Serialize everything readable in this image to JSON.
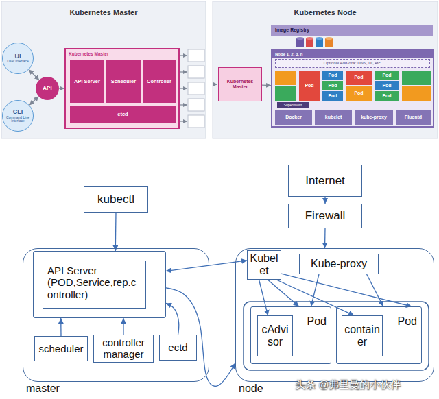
{
  "diagram": {
    "nodes": [
      {
        "text": [
          "Kubernetes Master"
        ]
      },
      {
        "text": [
          "UI",
          "User Interface"
        ],
        "in": 0
      },
      {
        "text": [
          "CLI",
          "Command Line Interface"
        ],
        "in": 0
      },
      {
        "text": [
          "API"
        ],
        "in": 0
      },
      {
        "text": [
          "Kubernetes Master"
        ],
        "in": 0
      },
      {
        "text": [
          "API Server"
        ],
        "in": 4
      },
      {
        "text": [
          "Scheduler"
        ],
        "in": 4
      },
      {
        "text": [
          "Controller"
        ],
        "in": 4
      },
      {
        "text": [
          "etcd"
        ],
        "in": 4
      },
      {
        "text": [
          "Kubernetes Node"
        ]
      },
      {
        "text": [
          "Image Registry"
        ],
        "in": 9
      },
      {
        "text": [
          "Kubernetes Master"
        ],
        "in": 9
      },
      {
        "text": [
          "Node 1, 2, 3, n"
        ],
        "in": 9
      },
      {
        "text": [
          "Optional Add-ons: DNS, UI, etc."
        ],
        "in": 12
      },
      {
        "text": [
          "Pod"
        ],
        "in": 12
      },
      {
        "text": [
          "Pod"
        ],
        "in": 12
      },
      {
        "text": [
          "Pod"
        ],
        "in": 12
      },
      {
        "text": [
          "Pod"
        ],
        "in": 12
      },
      {
        "text": [
          "Pod"
        ],
        "in": 12
      },
      {
        "text": [
          "Pod"
        ],
        "in": 12
      },
      {
        "text": [
          "Pod"
        ],
        "in": 12
      },
      {
        "text": [
          "Pod"
        ],
        "in": 12
      },
      {
        "text": [
          "Pod"
        ],
        "in": 12
      },
      {
        "text": [
          "Supervisord"
        ],
        "in": 12
      },
      {
        "text": [
          "Docker"
        ],
        "in": 12
      },
      {
        "text": [
          "kubelet"
        ],
        "in": 12
      },
      {
        "text": [
          "kube-proxy"
        ],
        "in": 12
      },
      {
        "text": [
          "Fluentd"
        ],
        "in": 12
      },
      {
        "text": [
          "kubectl"
        ]
      },
      {
        "text": [
          "Internet"
        ]
      },
      {
        "text": [
          "Firewall"
        ]
      },
      {
        "text": [
          "master"
        ]
      },
      {
        "text": [
          "API Server (POD,Service,rep.controller)"
        ],
        "in": 31
      },
      {
        "text": [
          "scheduler"
        ],
        "in": 31
      },
      {
        "text": [
          "controller manager"
        ],
        "in": 31
      },
      {
        "text": [
          "ectd"
        ],
        "in": 31
      },
      {
        "text": [
          "node"
        ]
      },
      {
        "text": [
          "Kubelet"
        ],
        "in": 36
      },
      {
        "text": [
          "Kube-proxy"
        ],
        "in": 36
      },
      {
        "text": [
          "Pod"
        ],
        "in": 36
      },
      {
        "text": [
          "cAdvisor"
        ],
        "in": 39
      },
      {
        "text": [
          "Pod"
        ],
        "in": 36
      },
      {
        "text": [
          "container"
        ],
        "in": 41
      }
    ],
    "edges": [
      {
        "from": 1,
        "to": 3,
        "arrow": "both"
      },
      {
        "from": 2,
        "to": 3,
        "arrow": "both"
      },
      {
        "from": 3,
        "to": 4,
        "arrow": "to"
      },
      {
        "from": 11,
        "to": 12,
        "arrow": "to"
      },
      {
        "from": 28,
        "to": 32,
        "arrow": "to"
      },
      {
        "from": 29,
        "to": 30,
        "arrow": "to"
      },
      {
        "from": 30,
        "to": 36,
        "arrow": "to"
      },
      {
        "from": 32,
        "to": 37,
        "arrow": "both"
      },
      {
        "from": 33,
        "to": 32,
        "arrow": "to"
      },
      {
        "from": 34,
        "to": 32,
        "arrow": "to"
      },
      {
        "from": 35,
        "to": 32,
        "arrow": "to"
      },
      {
        "from": 32,
        "to": 36,
        "arrow": "to"
      },
      {
        "from": 37,
        "to": 40,
        "arrow": "to"
      },
      {
        "from": 37,
        "to": 39,
        "arrow": "to"
      },
      {
        "from": 37,
        "to": 42,
        "arrow": "to"
      },
      {
        "from": 37,
        "to": 41,
        "arrow": "to"
      },
      {
        "from": 38,
        "to": 39,
        "arrow": "to"
      },
      {
        "from": 38,
        "to": 41,
        "arrow": "to"
      }
    ],
    "labels": [
      "头条 @弗里曼的小伙伴"
    ]
  }
}
